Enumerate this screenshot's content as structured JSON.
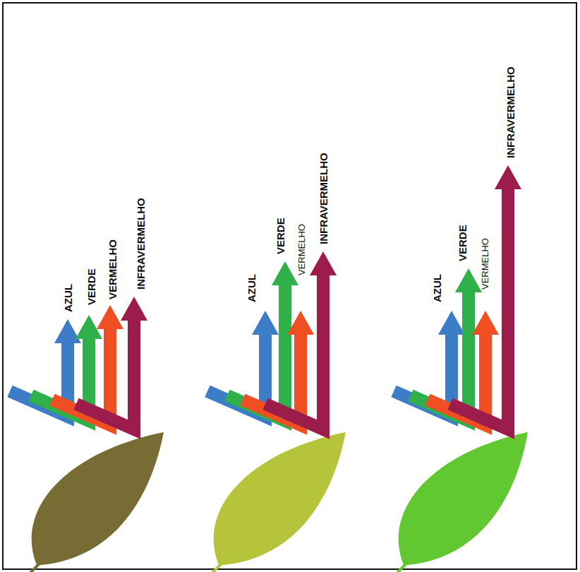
{
  "diagram": {
    "labels": [
      "AZUL",
      "VERDE",
      "VERMELHO",
      "INFRAVERMELHO",
      "AZUL",
      "VERDE",
      "VERMELHO",
      "INFRAVERMELHO",
      "AZUL",
      "VERDE",
      "VERMELHO",
      "INFRAVERMELHO"
    ]
  }
}
